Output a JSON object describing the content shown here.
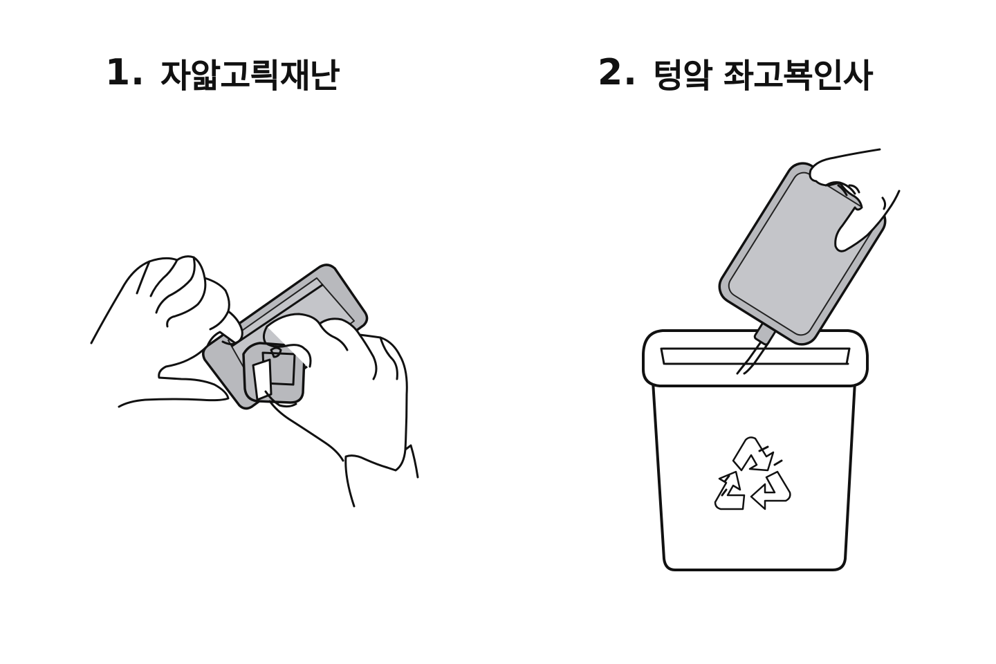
{
  "steps": [
    {
      "number": "1.",
      "label": "자앏고릑재난"
    },
    {
      "number": "2.",
      "label": "텅앜 좌고뵥인사"
    }
  ],
  "icons": [
    "hands-holding-device-icon",
    "hand-dropping-phone-icon",
    "recycling-bin-icon",
    "recycle-symbol-icon"
  ],
  "colors": {
    "ink": "#111111",
    "device_fill": "#b8b9bd",
    "background": "#ffffff"
  }
}
